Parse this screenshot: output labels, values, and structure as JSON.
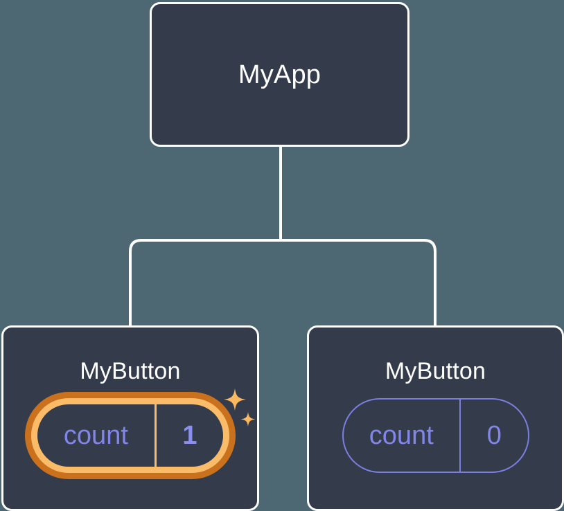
{
  "diagram": {
    "type": "component-tree",
    "title_visible": false,
    "background_color": "#4e6873",
    "node_fill_color": "#343b4a",
    "node_border_color": "#ffffff",
    "connector_color": "#ffffff",
    "accent_highlight_color": "#fbbc6a",
    "accent_halo_color": "#c9711d",
    "state_text_color": "#8186e8",
    "state_highlight_value_color": "#8b90f0"
  },
  "root": {
    "label": "MyApp"
  },
  "children": [
    {
      "label": "MyButton",
      "highlighted": true,
      "state": {
        "key": "count",
        "value": "1"
      },
      "sparkle_icons": [
        "sparkle-large",
        "sparkle-small"
      ]
    },
    {
      "label": "MyButton",
      "highlighted": false,
      "state": {
        "key": "count",
        "value": "0"
      }
    }
  ]
}
